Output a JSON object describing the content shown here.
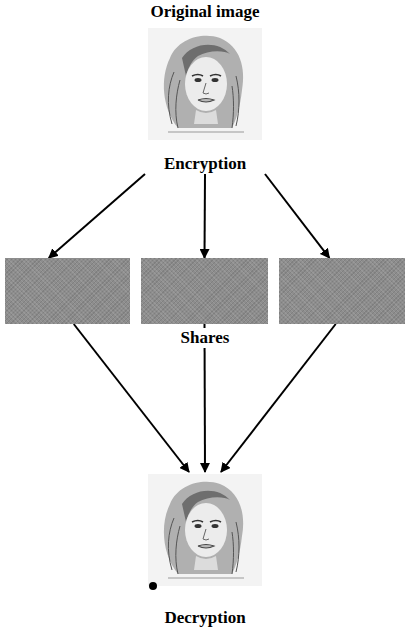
{
  "diagram": {
    "nodes": [
      {
        "text": [
          "Original image",
          "Encryption"
        ]
      },
      {
        "text": []
      },
      {
        "text": []
      },
      {
        "text": []
      },
      {
        "text": [
          "Decryption"
        ]
      }
    ],
    "edges": [
      {
        "from": 0,
        "to": 1,
        "arrow": "to"
      },
      {
        "from": 0,
        "to": 2,
        "arrow": "to"
      },
      {
        "from": 0,
        "to": 3,
        "arrow": "to"
      },
      {
        "from": 1,
        "to": 4,
        "arrow": "to"
      },
      {
        "from": 2,
        "to": 4,
        "arrow": "to"
      },
      {
        "from": 3,
        "to": 4,
        "arrow": "to"
      }
    ],
    "labels": [
      "Shares"
    ]
  }
}
